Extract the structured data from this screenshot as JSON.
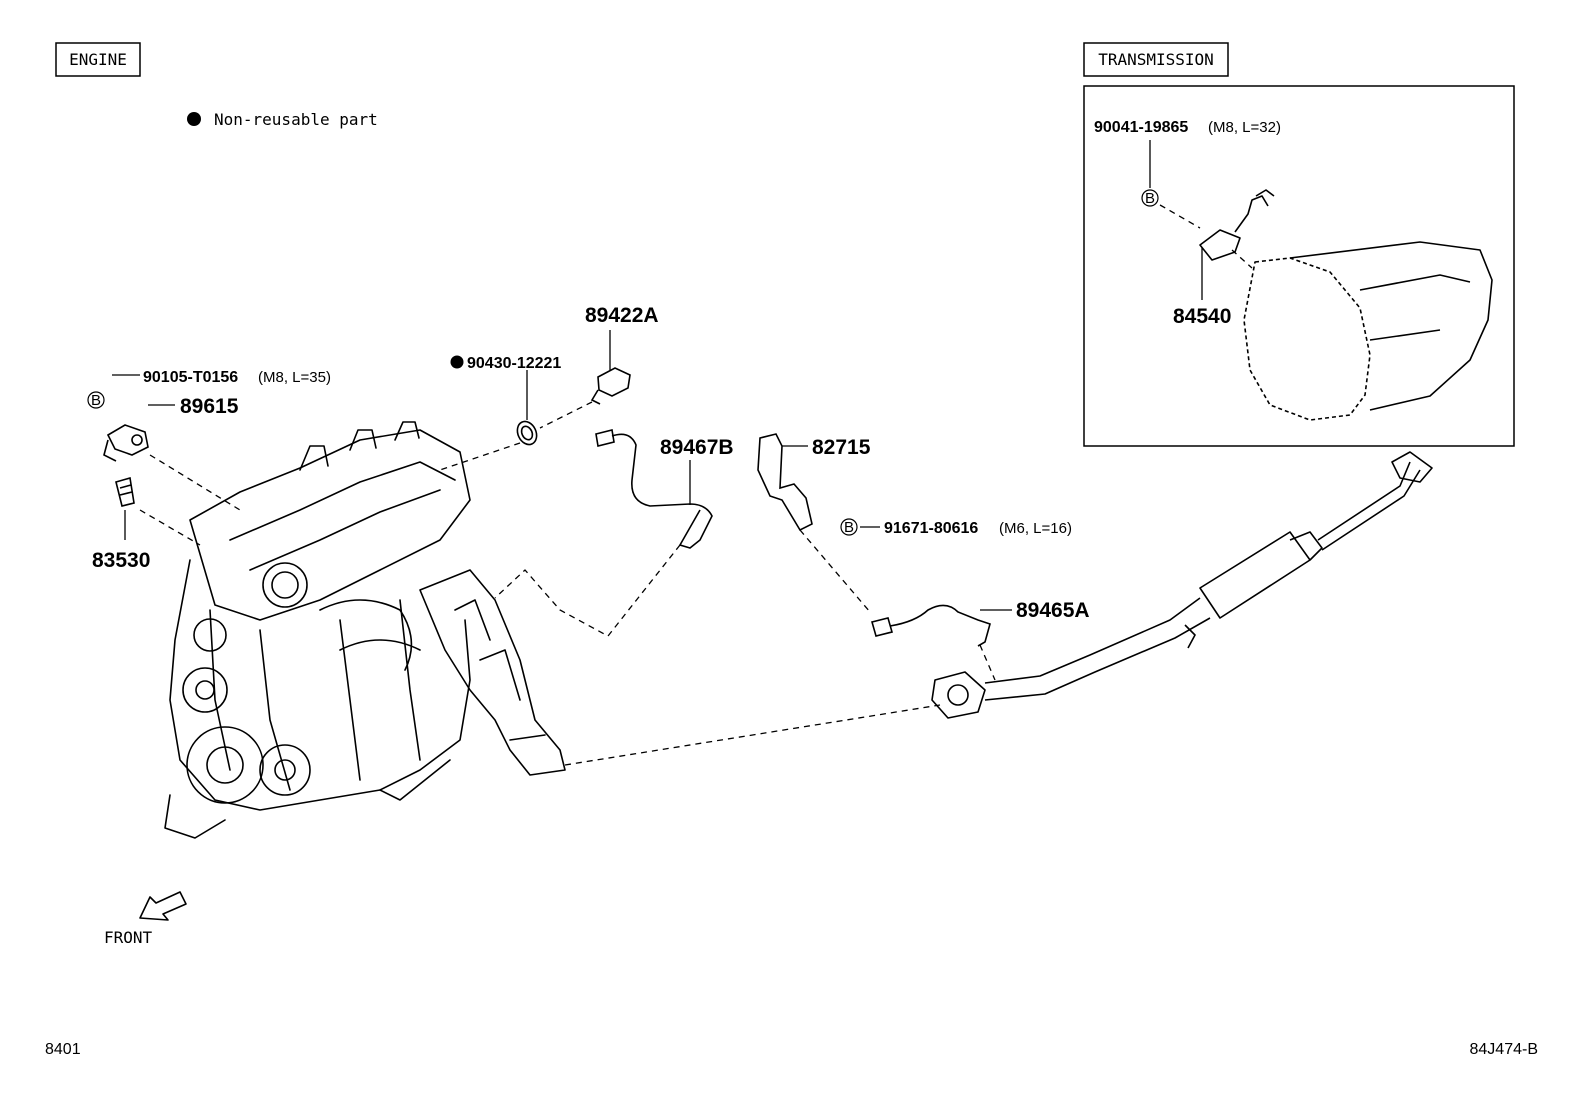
{
  "sections": {
    "engine": "ENGINE",
    "transmission": "TRANSMISSION"
  },
  "legend": {
    "bullet": "●",
    "text": "Non-reusable part"
  },
  "bolt_marker": "B",
  "parts": {
    "p89422A": "89422A",
    "p90430": "90430-12221",
    "p90105": "90105-T0156",
    "p90105_spec": "(M8, L=35)",
    "p89615": "89615",
    "p83530": "83530",
    "p89467B": "89467B",
    "p82715": "82715",
    "p91671": "91671-80616",
    "p91671_spec": "(M6, L=16)",
    "p89465A": "89465A",
    "p90041": "90041-19865",
    "p90041_spec": "(M8, L=32)",
    "p84540": "84540"
  },
  "front_label": "FRONT",
  "footer": {
    "left": "8401",
    "right": "84J474-B"
  }
}
